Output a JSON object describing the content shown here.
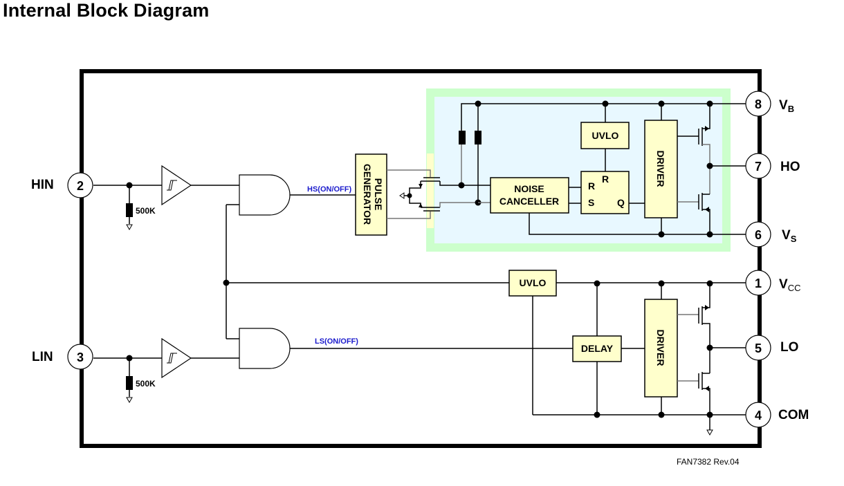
{
  "title": "Internal Block Diagram",
  "footer": "FAN7382  Rev.04",
  "colors": {
    "block_fill": "#ffffcc",
    "highside_outer": "#ccffcc",
    "highside_inner": "#e8f8ff",
    "signal_label": "#1a1acc"
  },
  "pins": {
    "vb": {
      "number": "8",
      "label": "V",
      "sub": "B"
    },
    "ho": {
      "number": "7",
      "label": "HO"
    },
    "vs": {
      "number": "6",
      "label": "V",
      "sub": "S"
    },
    "vcc": {
      "number": "1",
      "label": "V",
      "sub": "CC"
    },
    "lo": {
      "number": "5",
      "label": "LO"
    },
    "com": {
      "number": "4",
      "label": "COM"
    },
    "hin": {
      "number": "2",
      "label": "HIN"
    },
    "lin": {
      "number": "3",
      "label": "LIN"
    }
  },
  "blocks": {
    "pulse_generator": [
      "PULSE",
      "GENERATOR"
    ],
    "noise_canceller": [
      "NOISE",
      "CANCELLER"
    ],
    "uvlo_high": "UVLO",
    "uvlo_low": "UVLO",
    "driver_high": "DRIVER",
    "driver_low": "DRIVER",
    "delay": "DELAY",
    "latch": {
      "r_top": "R",
      "r": "R",
      "s": "S",
      "q": "Q"
    }
  },
  "resistors": {
    "hin_pulldown": "500K",
    "lin_pulldown": "500K"
  },
  "signals": {
    "hs": "HS(ON/OFF)",
    "ls": "LS(ON/OFF)"
  }
}
